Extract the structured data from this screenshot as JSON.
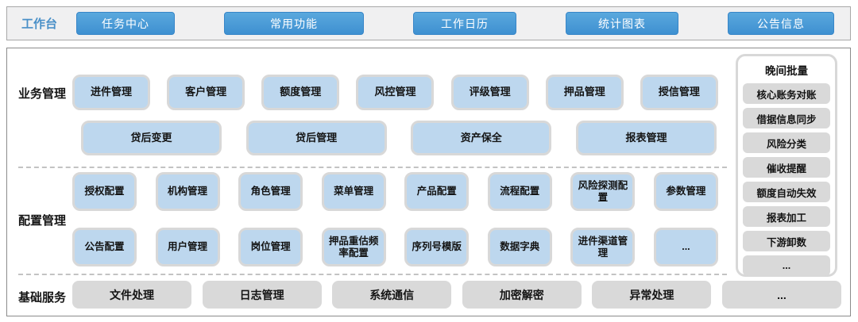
{
  "topbar": {
    "label": "工作台",
    "buttons": [
      "任务中心",
      "常用功能",
      "工作日历",
      "统计图表",
      "公告信息"
    ]
  },
  "panel": {
    "business": {
      "label": "业务管理",
      "row1": [
        "进件管理",
        "客户管理",
        "额度管理",
        "风控管理",
        "评级管理",
        "押品管理",
        "授信管理"
      ],
      "row2": [
        "贷后变更",
        "贷后管理",
        "资产保全",
        "报表管理"
      ]
    },
    "config": {
      "label": "配置管理",
      "row1": [
        "授权配置",
        "机构管理",
        "角色管理",
        "菜单管理",
        "产品配置",
        "流程配置",
        "风险探测配置",
        "参数管理"
      ],
      "row2": [
        "公告配置",
        "用户管理",
        "岗位管理",
        "押品重估频率配置",
        "序列号模版",
        "数据字典",
        "进件渠道管理",
        "..."
      ]
    },
    "base": {
      "label": "基础服务",
      "items": [
        "文件处理",
        "日志管理",
        "系统通信",
        "加密解密",
        "异常处理",
        "..."
      ]
    },
    "night_batch": {
      "title": "晚间批量",
      "items": [
        "核心账务对账",
        "借据信息同步",
        "风险分类",
        "催收提醒",
        "额度自动失效",
        "报表加工",
        "下游卸数",
        "..."
      ]
    }
  },
  "colors": {
    "accent_blue": "#4a90c8",
    "button_blue": "#4498d4",
    "tile_blue": "#bdd7ee",
    "tile_gray": "#d9d9d9",
    "tile_border": "#d8d8d8"
  }
}
